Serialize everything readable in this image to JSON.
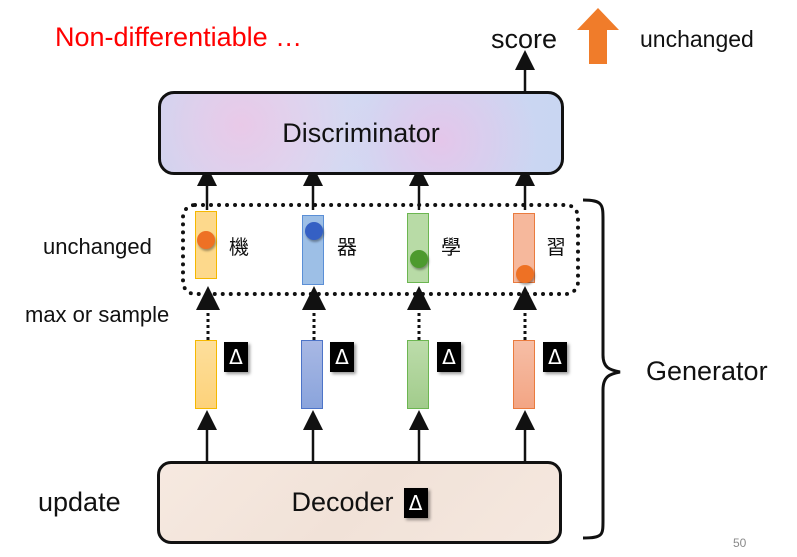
{
  "header": {
    "title": "Non-differentiable …",
    "title_color": "#ff0000",
    "score_label": "score",
    "score_status": "unchanged",
    "score_arrow": "up-arrow-icon",
    "arrow_color": "#f07c2a"
  },
  "discriminator": {
    "label": "Discriminator"
  },
  "generator": {
    "label": "Generator",
    "decoder_label": "Decoder",
    "delta_symbol": "Δ",
    "tokens": [
      {
        "char": "機",
        "bar_color": "#fdd98c",
        "border_color": "#f5b800",
        "dot_color": "#ee7124",
        "dist_color": "#fdd98c",
        "dist_border": "#f5b800"
      },
      {
        "char": "器",
        "bar_color": "#9dbfe6",
        "border_color": "#5b8fd6",
        "dot_color": "#3560c4",
        "dist_color": "#94aee0",
        "dist_border": "#4d74c8"
      },
      {
        "char": "學",
        "bar_color": "#b8dba6",
        "border_color": "#6cb651",
        "dot_color": "#4d9a2e",
        "dist_color": "#b0d79c",
        "dist_border": "#6cb651"
      },
      {
        "char": "習",
        "bar_color": "#f6b89c",
        "border_color": "#ea7b3e",
        "dot_color": "#ee7124",
        "dist_color": "#f6b396",
        "dist_border": "#ea7b3e"
      }
    ]
  },
  "side_labels": {
    "unchanged": "unchanged",
    "max_or_sample": "max or sample",
    "update": "update"
  },
  "page_number": "50"
}
